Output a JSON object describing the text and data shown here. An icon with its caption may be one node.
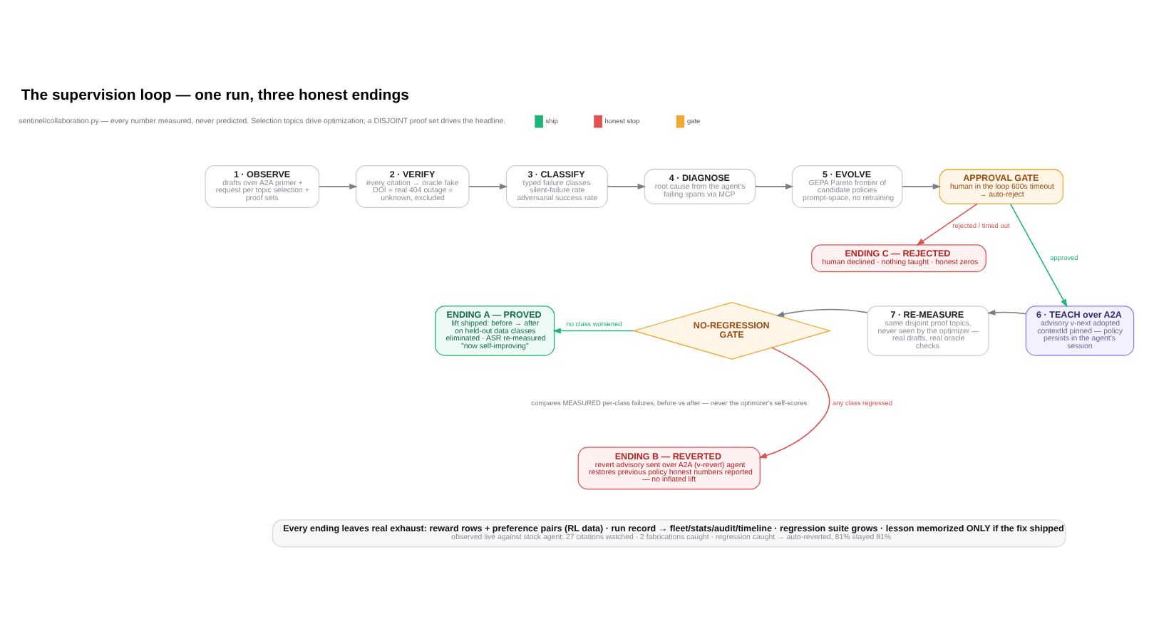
{
  "diagram": {
    "title": "The supervision loop — one run, three honest endings",
    "nodes": [
      {
        "text": [
          "1 · OBSERVE",
          "drafts over A2A primer + request per topic selection + proof sets"
        ]
      },
      {
        "text": [
          "2 · VERIFY",
          "every citation → oracle fake DOI = real 404 outage = unknown, excluded"
        ]
      },
      {
        "text": [
          "3 · CLASSIFY",
          "typed failure classes silent-failure rate adversarial success rate"
        ]
      },
      {
        "text": [
          "4 · DIAGNOSE",
          "root cause from the agent's failing spans via MCP"
        ]
      },
      {
        "text": [
          "5 · EVOLVE",
          "GEPA Pareto frontier of candidate policies prompt-space, no retraining"
        ]
      },
      {
        "text": [
          "APPROVAL GATE",
          "human in the loop 600s timeout → auto-reject"
        ]
      },
      {
        "text": [
          "ENDING C — REJECTED",
          "human declined · nothing taught · honest zeros"
        ]
      },
      {
        "text": [
          "6 · TEACH over A2A",
          "advisory v-next adopted contextId pinned — policy persists in the agent's session"
        ]
      },
      {
        "text": [
          "7 · RE-MEASURE",
          "same disjoint proof topics, never seen by the optimizer — real drafts, real oracle checks"
        ]
      },
      {
        "text": [
          "NO-REGRESSION GATE"
        ]
      },
      {
        "text": [
          "ENDING A — PROVED",
          "lift shipped: before → after on held-out data classes eliminated · ASR re-measured \"now self-improving\""
        ]
      },
      {
        "text": [
          "ENDING B — REVERTED",
          "revert advisory sent over A2A (v-revert) agent restores previous policy honest numbers reported — no inflated lift"
        ]
      },
      {
        "text": [
          "Every ending leaves real exhaust: reward rows + preference pairs (RL data) · run record → fleet/stats/audit/timeline · regression suite grows · lesson memorized ONLY if the fix shipped",
          "observed live against stock agent: 27 citations watched · 2 fabrications caught · regression caught → auto-reverted, 81% stayed 81%"
        ]
      }
    ],
    "edges": [
      {
        "from": 0,
        "to": 1,
        "arrow": "to"
      },
      {
        "from": 1,
        "to": 2,
        "arrow": "to"
      },
      {
        "from": 2,
        "to": 3,
        "arrow": "to"
      },
      {
        "from": 3,
        "to": 4,
        "arrow": "to"
      },
      {
        "from": 4,
        "to": 5,
        "arrow": "to"
      },
      {
        "from": 5,
        "to": 6,
        "arrow": "to",
        "label": "rejected / timed out",
        "color": "#e05252"
      },
      {
        "from": 5,
        "to": 7,
        "arrow": "to",
        "label": "approved",
        "color": "#1fb37a"
      },
      {
        "from": 7,
        "to": 8,
        "arrow": "to"
      },
      {
        "from": 8,
        "to": 9,
        "arrow": "to"
      },
      {
        "from": 9,
        "to": 10,
        "arrow": "to",
        "label": "no class worsened",
        "color": "#1fb37a"
      },
      {
        "from": 9,
        "to": 11,
        "arrow": "to",
        "label": "any class regressed",
        "color": "#e05252"
      }
    ],
    "labels": [
      "sentinel/collaboration.py — every number measured, never predicted. Selection topics drive optimization; a DISJOINT proof set drives the headline.",
      "compares MEASURED per-class failures, before vs after — never the optimizer's self-scores"
    ],
    "legend": [
      {
        "text": "ship",
        "color": "#1fb37a"
      },
      {
        "text": "honest stop",
        "color": "#e05252"
      },
      {
        "text": "gate",
        "color": "#f0a830"
      }
    ]
  }
}
